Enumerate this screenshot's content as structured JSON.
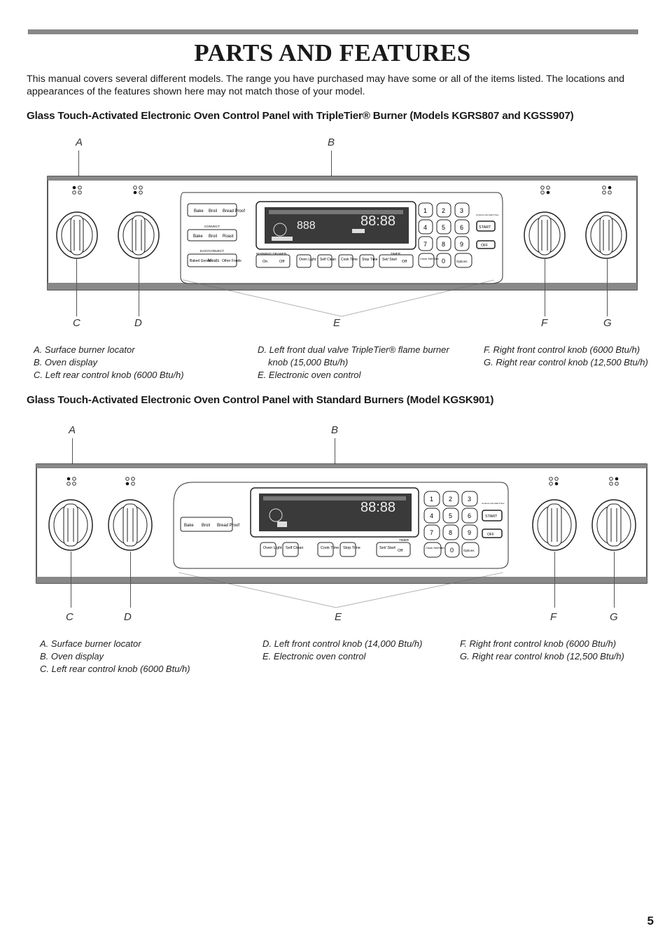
{
  "page": {
    "title": "PARTS AND FEATURES",
    "intro": "This manual covers several different models. The range you have purchased may have some or all of the items listed. The locations and appearances of the features shown here may not match those of your model.",
    "page_number": "5"
  },
  "section1": {
    "heading": "Glass Touch-Activated Electronic Oven Control Panel with TripleTier® Burner (Models KGRS807 and KGSS907)",
    "callouts": {
      "a": "A",
      "b": "B",
      "c": "C",
      "d": "D",
      "e": "E",
      "f": "F",
      "g": "G"
    },
    "legend": {
      "col1": [
        "A. Surface burner locator",
        "B. Oven display",
        "C. Left rear control knob (6000 Btu/h)"
      ],
      "col2": [
        "D. Left front dual valve TripleTier® flame burner",
        "knob (15,000 Btu/h)",
        "E. Electronic oven control"
      ],
      "col3": [
        "F. Right front control knob (6000 Btu/h)",
        "G. Right rear control knob (12,500 Btu/h)"
      ]
    },
    "panel": {
      "left_buttons": [
        "Bake",
        "Broil",
        "Bread Proof"
      ],
      "convect_label": "CONVECT",
      "convect_buttons": [
        "Bake",
        "Broil",
        "Roast"
      ],
      "easyconvect_label": "EASYCONVECT",
      "easyconvect_buttons": [
        "Baked Goods",
        "Meats",
        "Other Foods"
      ],
      "warming_drawer_label": "WARMING DRAWER",
      "bottom_buttons": [
        "On",
        "Off",
        "Oven Light",
        "Self Clean",
        "Cook Time",
        "Stop Time",
        "Set/ Start",
        "Off"
      ],
      "timer_label": "TIMER",
      "display_time": "88:88",
      "display_temp": "888",
      "keypad": [
        "1",
        "2",
        "3",
        "4",
        "5",
        "6",
        "7",
        "8",
        "9",
        "0"
      ],
      "clock_button": "Clock Set/Start",
      "options_button": "Options",
      "start_button": "START",
      "off_button": "OFF",
      "control_lock": "Control Lock Hold 3 Sec"
    }
  },
  "section2": {
    "heading": "Glass Touch-Activated Electronic Oven Control Panel with Standard Burners (Model KGSK901)",
    "callouts": {
      "a": "A",
      "b": "B",
      "c": "C",
      "d": "D",
      "e": "E",
      "f": "F",
      "g": "G"
    },
    "legend": {
      "col1": [
        "A. Surface burner locator",
        "B. Oven display",
        "C. Left rear control knob (6000 Btu/h)"
      ],
      "col2": [
        "D. Left front control knob (14,000 Btu/h)",
        "E. Electronic oven control"
      ],
      "col3": [
        "F. Right front control knob (6000 Btu/h)",
        "G. Right rear control knob (12,500 Btu/h)"
      ]
    },
    "panel": {
      "left_buttons": [
        "Bake",
        "Broil",
        "Bread Proof"
      ],
      "bottom_buttons": [
        "Oven Light",
        "Self Clean",
        "Cook Time",
        "Stop Time",
        "Set/ Start",
        "Off"
      ],
      "timer_label": "TIMER",
      "display_time": "88:88",
      "keypad": [
        "1",
        "2",
        "3",
        "4",
        "5",
        "6",
        "7",
        "8",
        "9",
        "0"
      ],
      "clock_button": "Clock Set/Start",
      "options_button": "Options",
      "start_button": "START",
      "off_button": "OFF",
      "control_lock": "Control Lock Hold 3 Sec"
    }
  }
}
